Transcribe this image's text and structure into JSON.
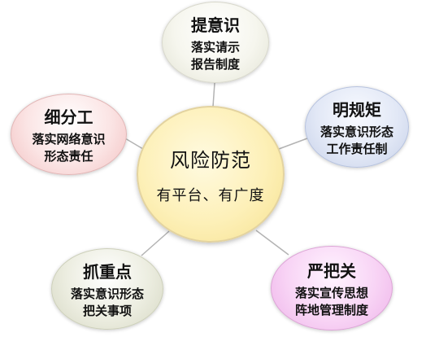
{
  "center": {
    "title": "风险防范",
    "subtitle": "有平台、有广度"
  },
  "nodes": {
    "top": {
      "title": "提意识",
      "line1": "落实请示",
      "line2": "报告制度"
    },
    "right": {
      "title": "明规矩",
      "line1": "落实意识形态",
      "line2": "工作责任制"
    },
    "left": {
      "title": "细分工",
      "line1": "落实网络意识",
      "line2": "形态责任"
    },
    "bottom_left": {
      "title": "抓重点",
      "line1": "落实意识形态",
      "line2": "把关事项"
    },
    "bottom_right": {
      "title": "严把关",
      "line1": "落实宣传思想",
      "line2": "阵地管理制度"
    }
  },
  "colors": {
    "connector": "#b3b3b3",
    "center_fill": "#fdf0b8",
    "top_fill": "#f6f6ee",
    "right_fill": "#e2e8f6",
    "left_fill": "#fbe4e4",
    "bottom_left_fill": "#ecede0",
    "bottom_right_fill": "#f8d4f5"
  }
}
